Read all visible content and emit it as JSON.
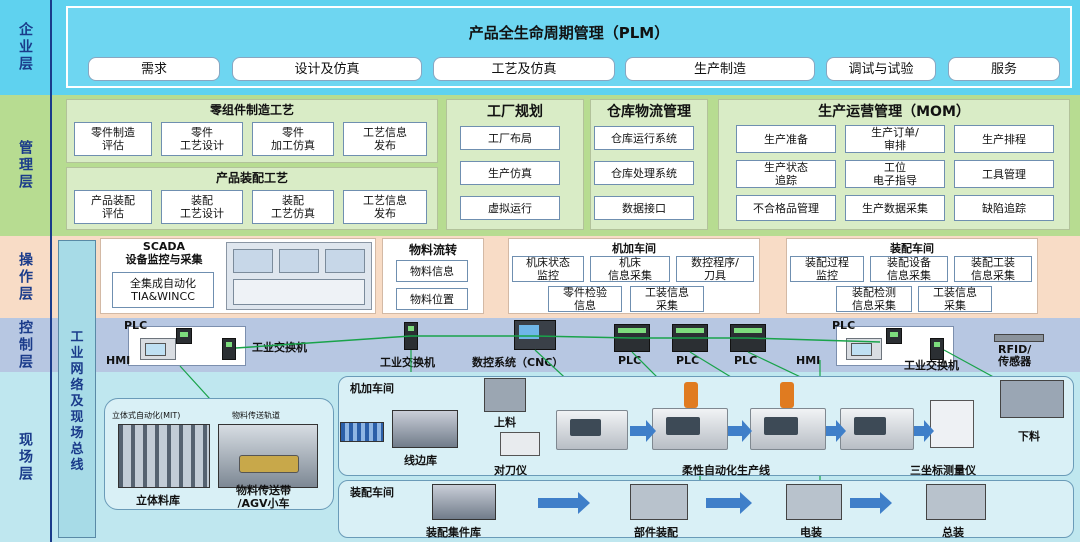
{
  "layers": {
    "enterprise": "企业层",
    "management": "管理层",
    "operation": "操作层",
    "control": "控制层",
    "field": "现场层"
  },
  "bus_label": "工业网络及现场总线",
  "plm": {
    "title": "产品全生命周期管理（PLM）",
    "items": [
      "需求",
      "设计及仿真",
      "工艺及仿真",
      "生产制造",
      "调试与试验",
      "服务"
    ]
  },
  "management": {
    "parts_process": {
      "title": "零组件制造工艺",
      "items": [
        "零件制造\n评估",
        "零件\n工艺设计",
        "零件\n加工仿真",
        "工艺信息\n发布"
      ]
    },
    "assembly_process": {
      "title": "产品装配工艺",
      "items": [
        "产品装配\n评估",
        "装配\n工艺设计",
        "装配\n工艺仿真",
        "工艺信息\n发布"
      ]
    },
    "factory_planning": {
      "title": "工厂规划",
      "items": [
        "工厂布局",
        "生产仿真",
        "虚拟运行"
      ]
    },
    "warehouse": {
      "title": "仓库物流管理",
      "items": [
        "仓库运行系统",
        "仓库处理系统",
        "数据接口"
      ]
    },
    "mom": {
      "title": "生产运营管理（MOM）",
      "items": [
        "生产准备",
        "生产订单/\n审排",
        "生产排程",
        "生产状态\n追踪",
        "工位\n电子指导",
        "工具管理",
        "不合格品管理",
        "生产数据采集",
        "缺陷追踪"
      ]
    }
  },
  "operation": {
    "scada": {
      "title": "SCADA\n设备监控与采集",
      "item": "全集成自动化\nTIA&WINCC"
    },
    "material_flow": {
      "title": "物料流转",
      "items": [
        "物料信息",
        "物料位置"
      ]
    },
    "machining": {
      "title": "机加车间",
      "items": [
        "机床状态\n监控",
        "机床\n信息采集",
        "数控程序/\n刀具",
        "零件检验\n信息",
        "工装信息\n采集"
      ]
    },
    "assembly": {
      "title": "装配车间",
      "items": [
        "装配过程\n监控",
        "装配设备\n信息采集",
        "装配工装\n信息采集",
        "装配检测\n信息采集",
        "工装信息\n采集"
      ]
    }
  },
  "control": {
    "plc_left": "PLC",
    "hmi_left": "HMI",
    "switch_left": "工业交换机",
    "switch_mid": "工业交换机",
    "cnc": "数控系统（CNC）",
    "plc1": "PLC",
    "plc2": "PLC",
    "plc3": "PLC",
    "hmi_right": "HMI",
    "plc_right": "PLC",
    "switch_right": "工业交换机",
    "rfid": "RFID/\n传感器"
  },
  "field": {
    "storage_title_1": "立体式自动化(MIT)",
    "storage_title_2": "物料传送轨道",
    "warehouse": "立体料库",
    "agv": "物料传送带\n/AGV小车",
    "machining_title": "机加车间",
    "loading": "上料",
    "line_store": "线边库",
    "tool_setter": "对刀仪",
    "flex_line": "柔性自动化生产线",
    "cmm": "三坐标测量仪",
    "unloading": "下料",
    "assembly_title": "装配车间",
    "assembly_store": "装配集件库",
    "part_assembly": "部件装配",
    "electrical": "电装",
    "final": "总装"
  },
  "colors": {
    "enterprise_bg": "#5fd2ef",
    "management_bg": "#b7dc91",
    "operation_bg": "#f8dcc6",
    "control_bg": "#b7c7e2",
    "field_bg": "#bfe7ef",
    "label_text": "#1a3b8a"
  }
}
